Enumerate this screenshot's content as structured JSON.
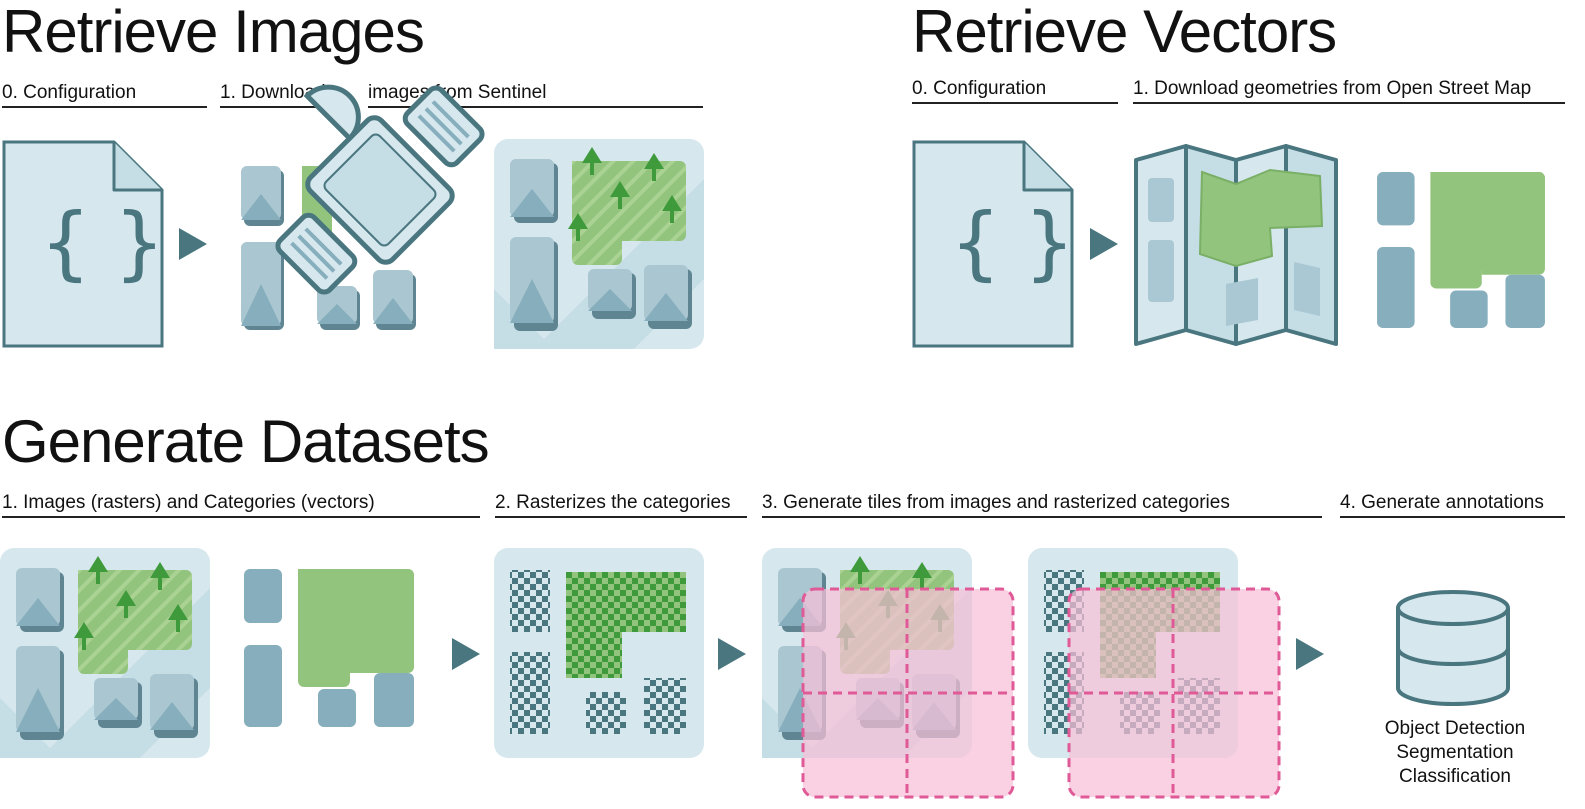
{
  "retrieve_images": {
    "title": "Retrieve Images",
    "step0": "0. Configuration",
    "step1a": "1. Download",
    "step1b": "images from Sentinel"
  },
  "retrieve_vectors": {
    "title": "Retrieve Vectors",
    "step0": "0. Configuration",
    "step1": "1. Download geometries from Open Street Map"
  },
  "generate_datasets": {
    "title": "Generate Datasets",
    "step1": "1. Images (rasters) and Categories (vectors)",
    "step2": "2. Rasterizes the categories",
    "step3": "3. Generate tiles from images and rasterized categories",
    "step4": "4. Generate annotations",
    "outputs": [
      "Object Detection",
      "Segmentation",
      "Classification"
    ]
  },
  "colors": {
    "light_blue": "#d6e8ee",
    "mid_blue": "#86aebd",
    "dark_teal": "#4a7680",
    "green": "#93c47d",
    "dark_green": "#3f9a3c",
    "pink": "#f7bfd7",
    "pink_dash": "#e05a97"
  },
  "icons": [
    "json-file-icon",
    "satellite-icon",
    "aerial-image-icon",
    "folded-map-icon",
    "vector-shapes-icon",
    "rasterized-tile-icon",
    "tile-grid-icon",
    "database-icon",
    "arrow-right-icon"
  ]
}
